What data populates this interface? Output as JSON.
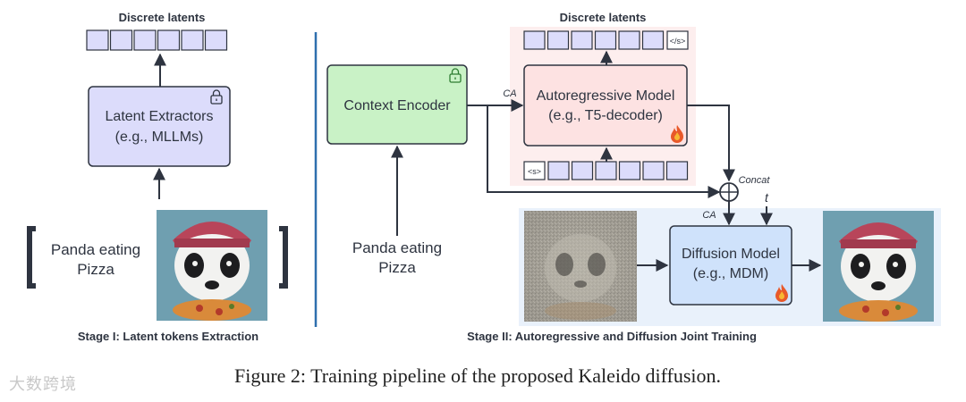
{
  "stage1": {
    "heading": "Discrete latents",
    "extractor_line1": "Latent Extractors",
    "extractor_line2": "(e.g., MLLMs)",
    "prompt_line1": "Panda eating",
    "prompt_line2": "Pizza",
    "caption": "Stage I: Latent tokens Extraction"
  },
  "stage2": {
    "heading": "Discrete latents",
    "end_token": "</s>",
    "start_token": "<s>",
    "context_encoder": "Context Encoder",
    "ar_line1": "Autoregressive Model",
    "ar_line2": "(e.g., T5-decoder)",
    "ca_top": "CA",
    "ca_bottom": "CA",
    "concat": "Concat",
    "t": "t",
    "diffusion_line1": "Diffusion Model",
    "diffusion_line2": "(e.g., MDM)",
    "prompt_line1": "Panda eating",
    "prompt_line2": "Pizza",
    "caption": "Stage II: Autoregressive and Diffusion Joint Training"
  },
  "figure_caption": "Figure 2: Training pipeline of the proposed Kaleido diffusion.",
  "watermark": "大数跨境",
  "colors": {
    "latent": "#dcdcfb",
    "extractor": "#dcdcfb",
    "encoder": "#c9f2c6",
    "ar_block": "#fde2e2",
    "ar_region": "#fdeeee",
    "diffusion_region": "#e9f1fb",
    "diffusion_block": "#cfe2fb",
    "divider": "#2e6fae",
    "line": "#2e3440"
  }
}
